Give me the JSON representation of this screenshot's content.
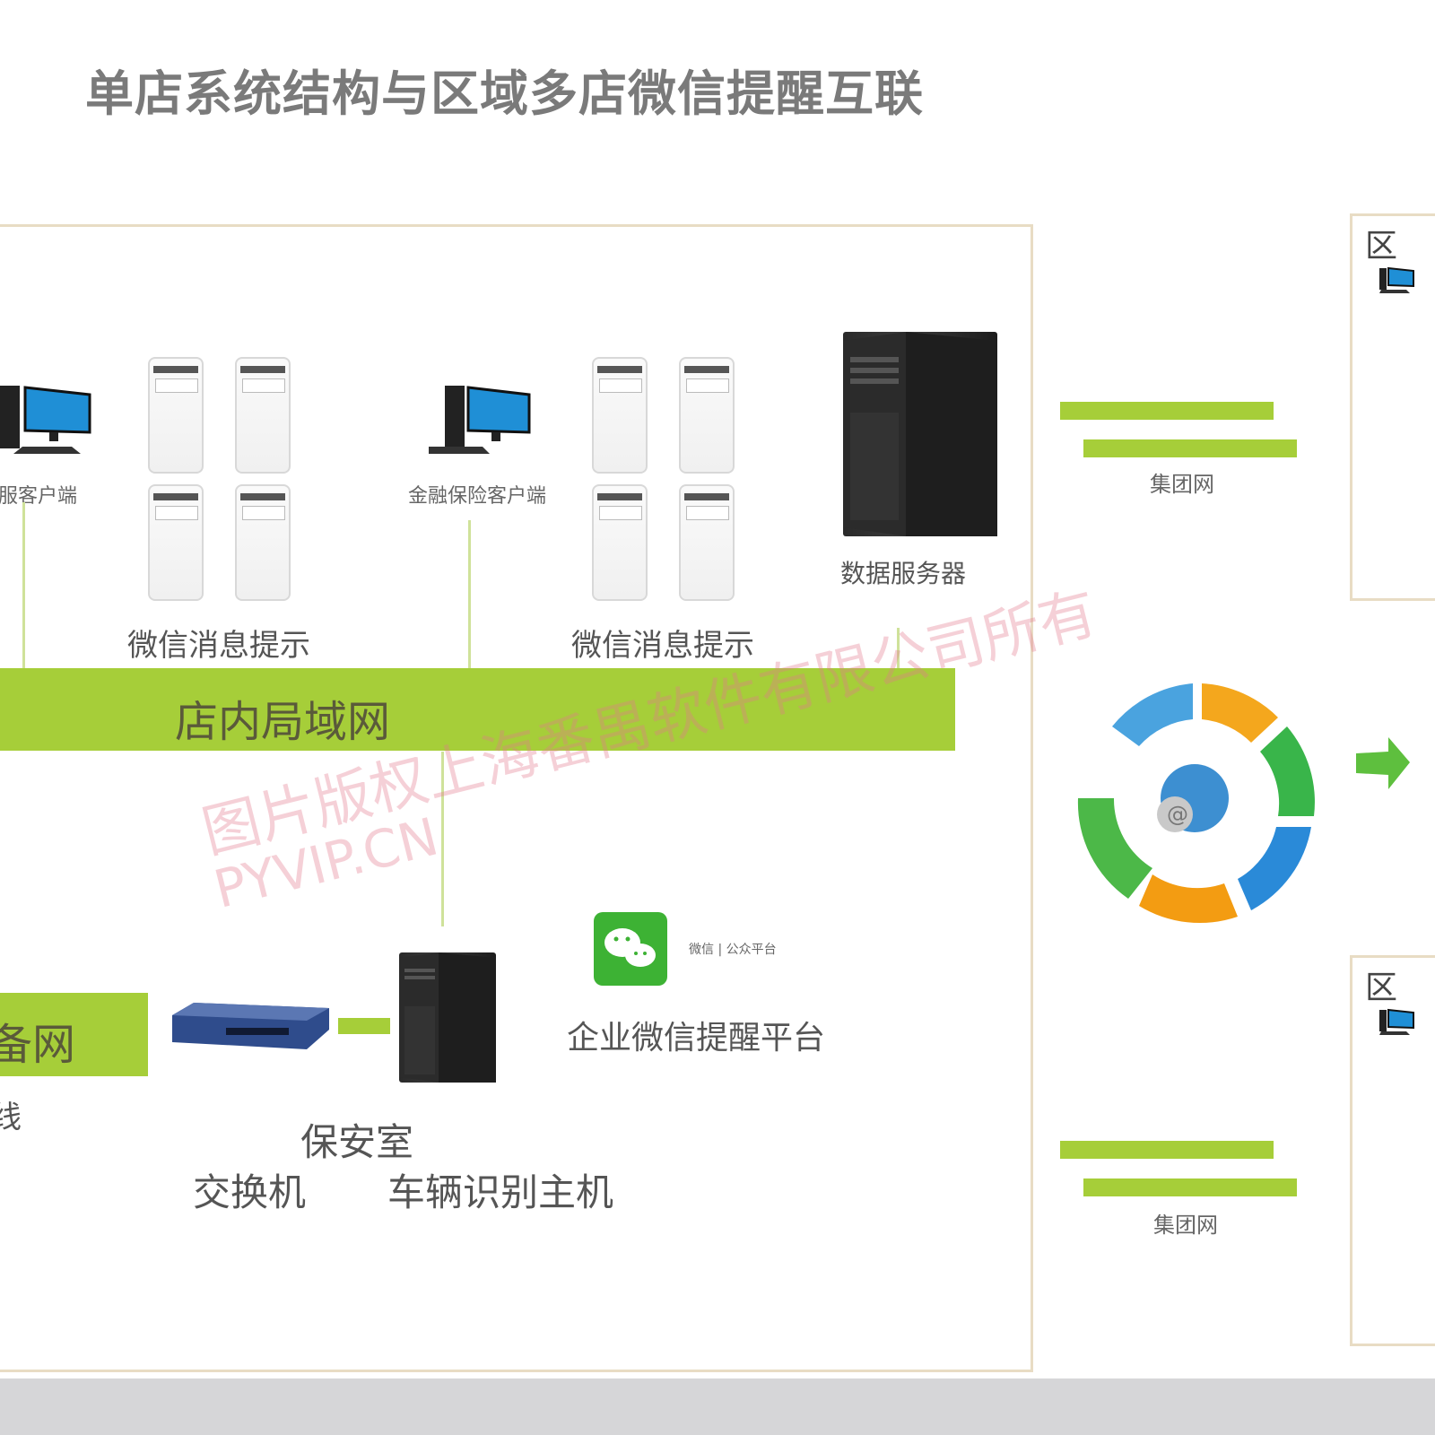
{
  "title": "单店系统结构与区域多店微信提醒互联",
  "main": {
    "client_left_label": "客服客户端",
    "client_right_label": "金融保险客户端",
    "wechat_tip_left": "微信消息提示",
    "wechat_tip_right": "微信消息提示",
    "data_server_label": "数据服务器",
    "lan_label": "店内局域网",
    "device_net_label": "备网",
    "line_label": "线",
    "security_room_label": "保安室",
    "switch_label": "交换机",
    "vehicle_host_label": "车辆识别主机",
    "wechat_platform_label": "企业微信提醒平台",
    "wechat_platform_small": "微信 | 公众平台"
  },
  "right": {
    "group_net_top": "集团网",
    "group_net_bottom": "集团网",
    "region_top_label": "区",
    "region_bottom_label": "区"
  },
  "watermark": {
    "line1": "图片版权上海番禺软件有限公司所有",
    "line2": "PYVIP.CN"
  },
  "colors": {
    "accent_green": "#a6ce39",
    "frame_border": "#e8dcc4",
    "watermark": "#e2788c"
  }
}
